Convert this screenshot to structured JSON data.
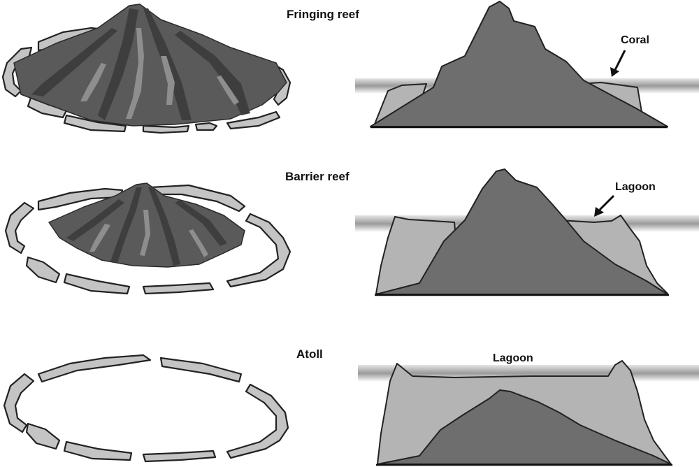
{
  "panels": [
    {
      "id": "fringing",
      "title": "Fringing reef",
      "callout": "Coral"
    },
    {
      "id": "barrier",
      "title": "Barrier reef",
      "callout": "Lagoon"
    },
    {
      "id": "atoll",
      "title": "Atoll",
      "callout": "Lagoon"
    }
  ],
  "colors": {
    "coral": "#b4b4b4",
    "island": "#6e6e6e",
    "reef_plan": "#c4c4c4",
    "volcano_dark": "#3e3e3e",
    "volcano_light": "#8e8e8e"
  }
}
